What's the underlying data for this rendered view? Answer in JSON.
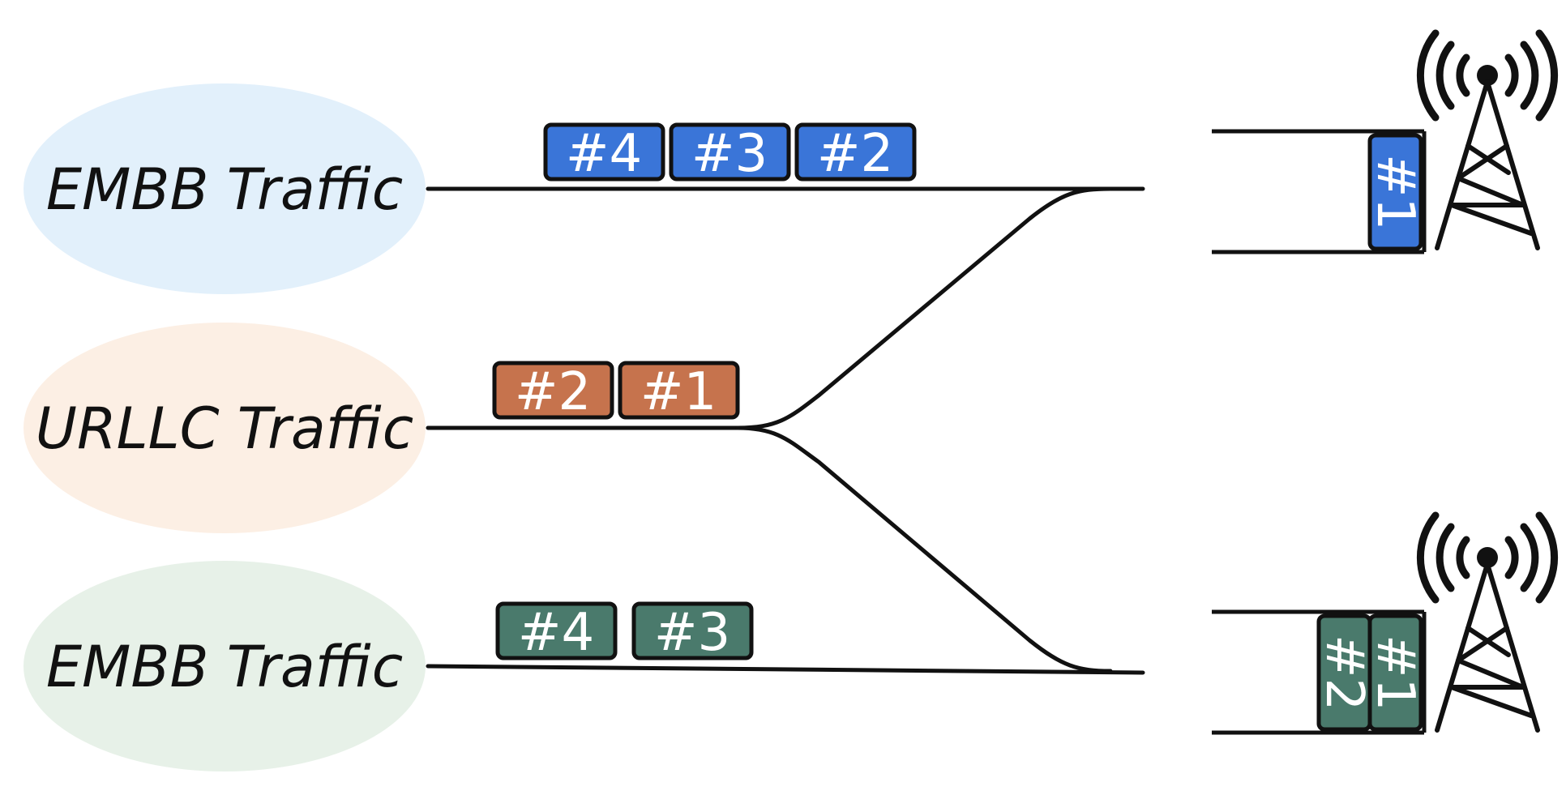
{
  "colors": {
    "embb_top_bg": "#e2f0fb",
    "urllc_bg": "#fcefe4",
    "embb_bottom_bg": "#e7f1e8",
    "embb_top_packet": "#3a75d8",
    "urllc_packet": "#c6734d",
    "embb_bottom_packet": "#4a7a6c"
  },
  "sources": {
    "embb_top": {
      "label": "EMBB Traffic"
    },
    "urllc": {
      "label": "URLLC Traffic"
    },
    "embb_bottom": {
      "label": "EMBB Traffic"
    }
  },
  "packets": {
    "embb_top": [
      "#4",
      "#3",
      "#2"
    ],
    "urllc": [
      "#2",
      "#1"
    ],
    "embb_bottom": [
      "#4",
      "#3"
    ]
  },
  "queues": {
    "top": {
      "packets": [
        "#1"
      ]
    },
    "bottom": {
      "packets": [
        "#2",
        "#1"
      ]
    }
  },
  "icons": {
    "top_tower": "cell-tower-icon",
    "bottom_tower": "cell-tower-icon"
  }
}
